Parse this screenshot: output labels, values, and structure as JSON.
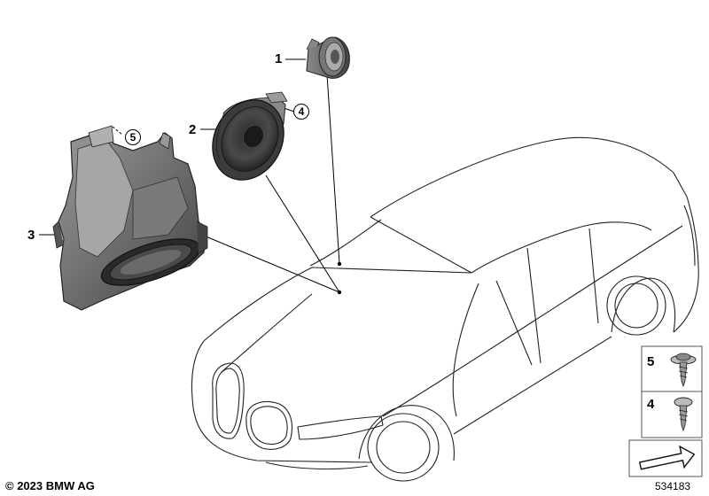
{
  "callouts": {
    "c1": "1",
    "c2": "2",
    "c3": "3",
    "c4": "4",
    "c5": "5"
  },
  "legend": {
    "item5": "5",
    "item4": "4"
  },
  "footer": {
    "copyright": "© 2023 BMW AG",
    "doc_number": "534183"
  }
}
